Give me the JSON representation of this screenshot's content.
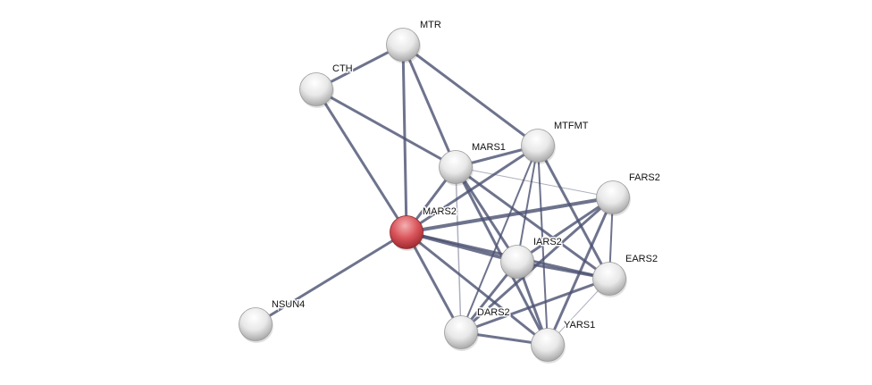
{
  "network": {
    "query_node": "MARS2",
    "colors": {
      "query": "#d9545a",
      "node": "#e6e6e6",
      "edge": "#4a5070"
    },
    "nodes": [
      "MTR",
      "CTH",
      "MARS1",
      "MTFMT",
      "FARS2",
      "MARS2",
      "IARS2",
      "EARS2",
      "NSUN4",
      "DARS2",
      "YARS1"
    ],
    "edges": [
      [
        "MTR",
        "CTH",
        3
      ],
      [
        "MTR",
        "MARS2",
        3
      ],
      [
        "MTR",
        "MARS1",
        3
      ],
      [
        "MTR",
        "MTFMT",
        3
      ],
      [
        "CTH",
        "MARS2",
        3
      ],
      [
        "CTH",
        "MARS1",
        3
      ],
      [
        "NSUN4",
        "MARS2",
        3
      ],
      [
        "MARS2",
        "MARS1",
        3
      ],
      [
        "MARS2",
        "MTFMT",
        3
      ],
      [
        "MARS2",
        "FARS2",
        4
      ],
      [
        "MARS2",
        "IARS2",
        4
      ],
      [
        "MARS2",
        "EARS2",
        3
      ],
      [
        "MARS2",
        "DARS2",
        3
      ],
      [
        "MARS2",
        "YARS1",
        3
      ],
      [
        "MARS1",
        "MTFMT",
        3
      ],
      [
        "MARS1",
        "FARS2",
        1
      ],
      [
        "MARS1",
        "IARS2",
        3
      ],
      [
        "MARS1",
        "DARS2",
        1.5
      ],
      [
        "MARS1",
        "YARS1",
        3
      ],
      [
        "MARS1",
        "EARS2",
        3
      ],
      [
        "MTFMT",
        "IARS2",
        2
      ],
      [
        "MTFMT",
        "DARS2",
        2
      ],
      [
        "MTFMT",
        "YARS1",
        2
      ],
      [
        "MTFMT",
        "EARS2",
        3
      ],
      [
        "FARS2",
        "IARS2",
        3
      ],
      [
        "FARS2",
        "DARS2",
        3
      ],
      [
        "FARS2",
        "EARS2",
        2
      ],
      [
        "FARS2",
        "YARS1",
        3
      ],
      [
        "IARS2",
        "EARS2",
        3
      ],
      [
        "IARS2",
        "DARS2",
        3
      ],
      [
        "IARS2",
        "YARS1",
        3
      ],
      [
        "EARS2",
        "DARS2",
        3
      ],
      [
        "EARS2",
        "YARS1",
        1
      ],
      [
        "DARS2",
        "YARS1",
        3
      ]
    ]
  }
}
